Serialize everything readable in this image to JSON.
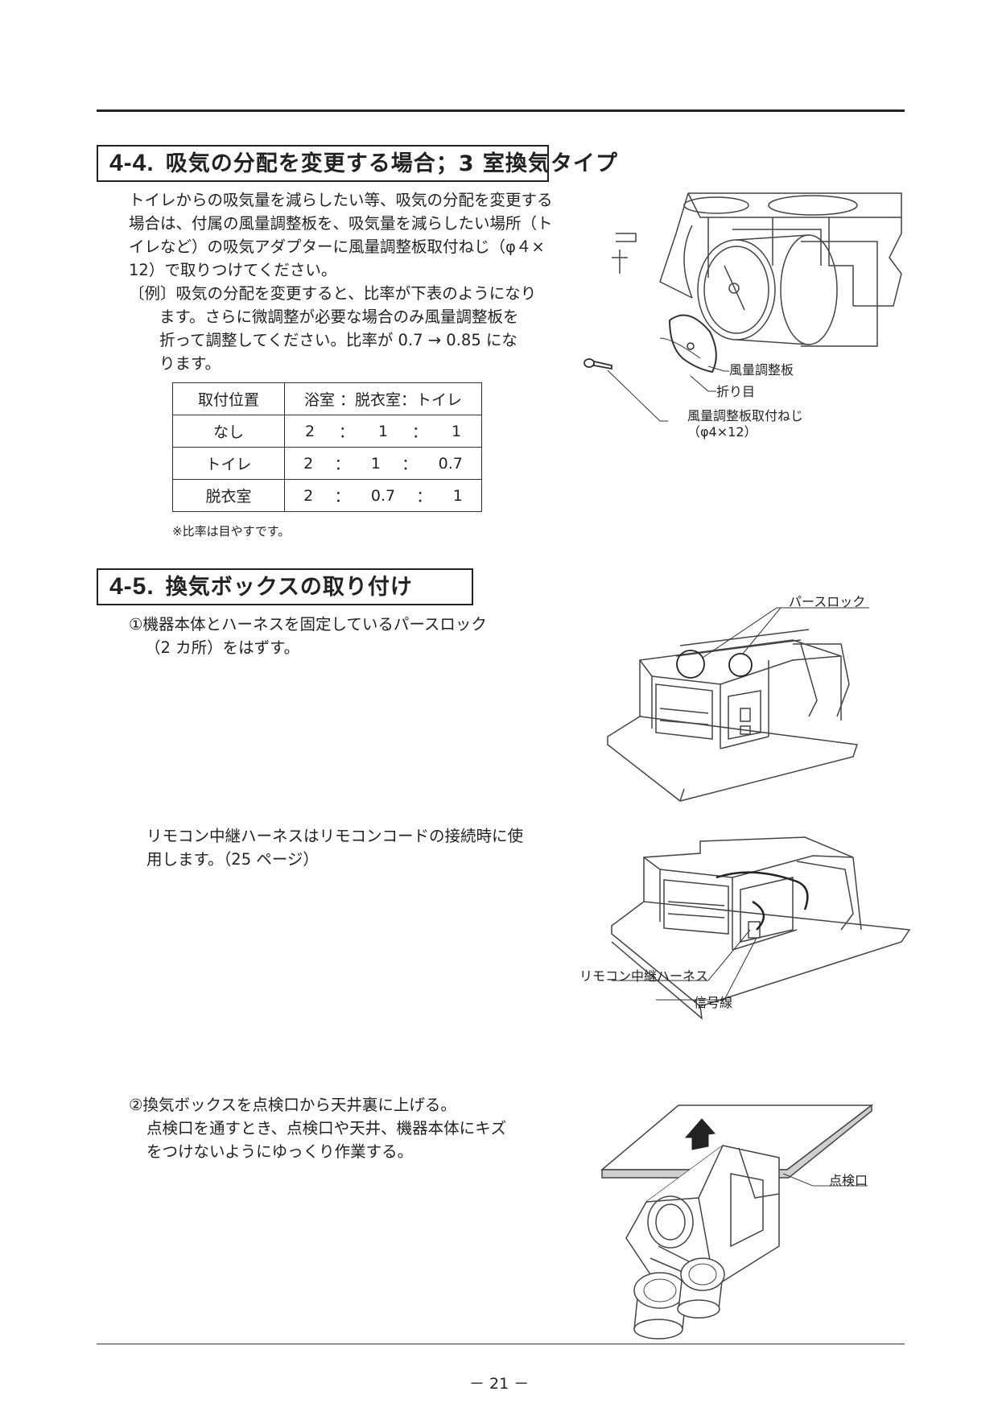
{
  "section_44": {
    "number": "4-4.",
    "title": "吸気の分配を変更する場合；3 室換気タイプ",
    "body": [
      "トイレからの吸気量を減らしたい等、吸気の分配を変更する",
      "場合は、付属の風量調整板を、吸気量を減らしたい場所（ト",
      "イレなど）の吸気アダプターに風量調整板取付ねじ（φ４×",
      "12）で取りつけてください。"
    ],
    "example_lead": "〔例〕吸気の分配を変更すると、比率が下表のようになり",
    "example_cont": [
      "ます。さらに微調整が必要な場合のみ風量調整板を",
      "折って調整してください。比率が 0.7 → 0.85 にな",
      "ります。"
    ],
    "table": {
      "header": {
        "position": "取付位置",
        "ratio": "浴室 ：脱衣室：トイレ"
      },
      "rows": [
        {
          "position": "なし",
          "values": [
            "2",
            "1",
            "1"
          ]
        },
        {
          "position": "トイレ",
          "values": [
            "2",
            "1",
            "0.7"
          ]
        },
        {
          "position": "脱衣室",
          "values": [
            "2",
            "0.7",
            "1"
          ]
        }
      ],
      "sep": "："
    },
    "note": "※比率は目やすです。",
    "figure_labels": {
      "plate": "風量調整板",
      "fold": "折り目",
      "screw": "風量調整板取付ねじ",
      "screw_size": "（φ4×12）"
    }
  },
  "section_45": {
    "number": "4-5.",
    "title": "換気ボックスの取り付け",
    "step1": [
      "①機器本体とハーネスを固定しているパースロック",
      "（2 カ所）をはずす。"
    ],
    "remocon": [
      "リモコン中継ハーネスはリモコンコードの接続時に使",
      "用します。（25 ページ）"
    ],
    "step2": [
      "②換気ボックスを点検口から天井裏に上げる。",
      "点検口を通すとき、点検口や天井、機器本体にキズ",
      "をつけないようにゆっくり作業する。"
    ],
    "figure_labels": {
      "purse_lock": "パースロック",
      "harness": "リモコン中継ハーネス",
      "signal": "信号線",
      "inspection": "点検口"
    }
  },
  "page_number": "－ 21 －"
}
